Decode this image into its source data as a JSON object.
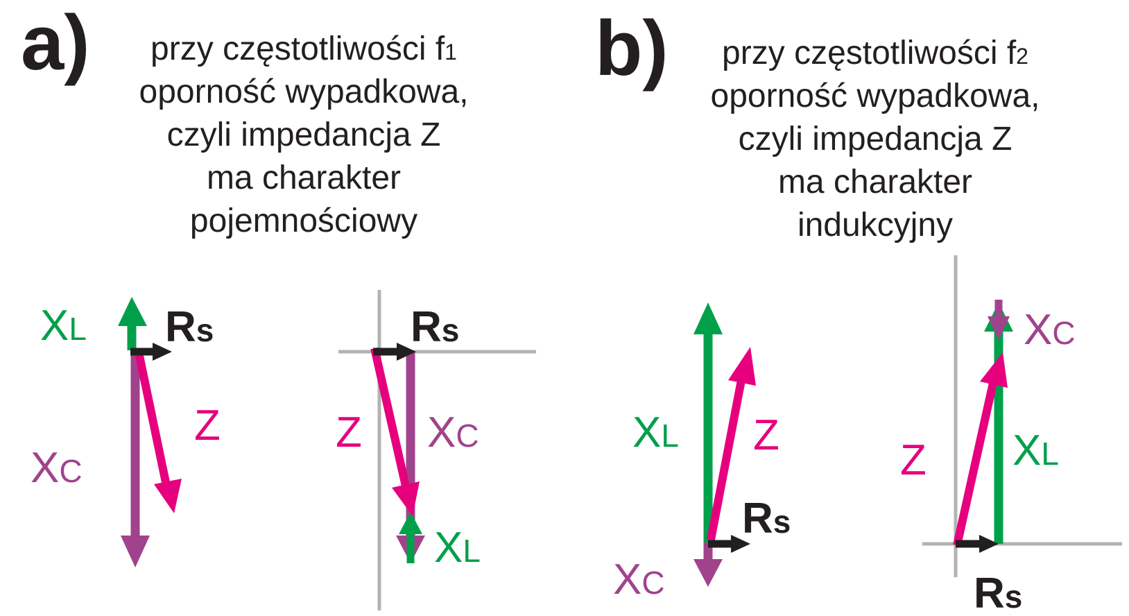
{
  "colors": {
    "dark": "#231f20",
    "green": "#00a04b",
    "purple": "#a0438c",
    "magenta": "#e6007e",
    "axis": "#b3b3b3"
  },
  "panel_a": {
    "label": "a)",
    "caption": {
      "line1_text": "przy częstotliwości f",
      "line1_sub": "1",
      "line2": "oporność wypadkowa,",
      "line3": "czyli impedancja Z",
      "line4": "ma charakter",
      "line5": "pojemnościowy"
    }
  },
  "panel_b": {
    "label": "b)",
    "caption": {
      "line1_text": "przy częstotliwości f",
      "line1_sub": "2",
      "line2": "oporność wypadkowa,",
      "line3": "czyli impedancja Z",
      "line4": "ma charakter",
      "line5": "indukcyjny"
    }
  },
  "symbols": {
    "xl_main": "X",
    "xl_sub": "L",
    "xc_main": "X",
    "xc_sub": "C",
    "rs_main": "R",
    "rs_sub": "s",
    "z": "Z"
  }
}
